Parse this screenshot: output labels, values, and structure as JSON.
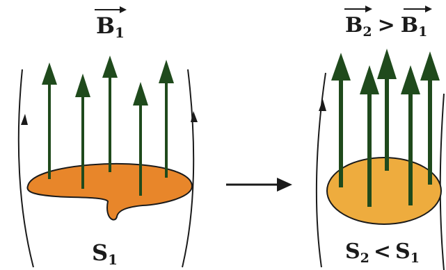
{
  "left": {
    "field_label": {
      "base": "B",
      "sub": "1"
    },
    "area_label": {
      "base": "S",
      "sub": "1"
    }
  },
  "right": {
    "field_label": {
      "base_a": "B",
      "sub_a": "2",
      "op": ">",
      "base_b": "B",
      "sub_b": "1"
    },
    "area_label": {
      "base_a": "S",
      "sub_a": "2",
      "op": "<",
      "base_b": "S",
      "sub_b": "1"
    }
  },
  "colors": {
    "arrow": "#1f4a1c",
    "left_surface": "#e8862a",
    "right_surface": "#eeac3e",
    "outline": "#1a1a1a"
  },
  "icons": [
    "field-vector-arrow",
    "transition-arrow",
    "magnetic-field-line"
  ]
}
